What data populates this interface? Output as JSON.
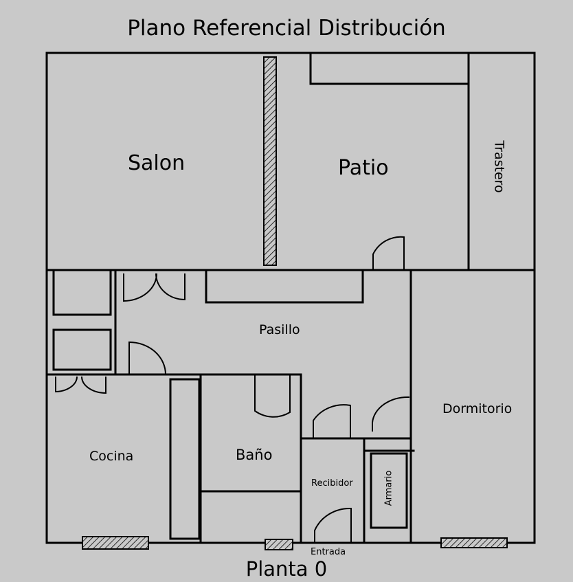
{
  "title": "Plano Referencial Distribución",
  "footer": "Planta 0",
  "rooms": {
    "salon": "Salon",
    "patio": "Patio",
    "trastero": "Trastero",
    "pasillo": "Pasillo",
    "dormitorio": "Dormitorio",
    "cocina": "Cocina",
    "bano": "Baño",
    "recibidor": "Recibidor",
    "armario": "Armario",
    "entrada": "Entrada"
  },
  "colors": {
    "background": "#c9c9c9",
    "walls": "#000000",
    "hatch": "#000000"
  }
}
